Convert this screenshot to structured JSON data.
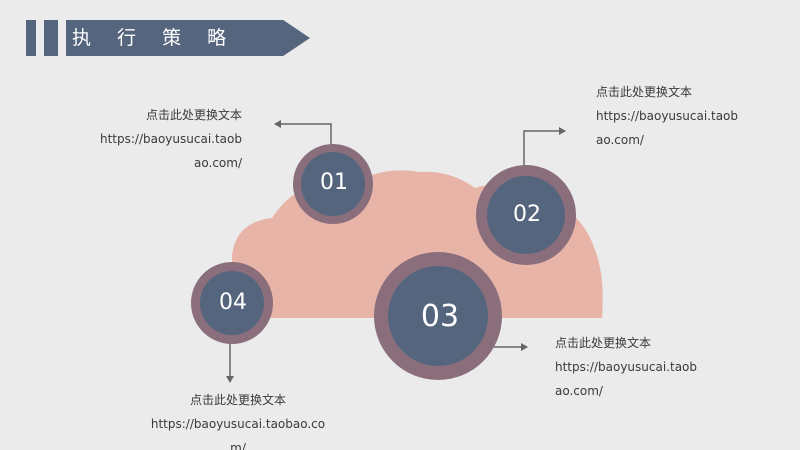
{
  "header": {
    "title": "执 行 策 略"
  },
  "nodes": [
    {
      "id": "01",
      "label": "01"
    },
    {
      "id": "02",
      "label": "02"
    },
    {
      "id": "03",
      "label": "03"
    },
    {
      "id": "04",
      "label": "04"
    }
  ],
  "callouts": {
    "c1": {
      "heading": "点击此处更换文本",
      "line1": "https://baoyusucai.taob",
      "line2": "ao.com/"
    },
    "c2": {
      "heading": "点击此处更换文本",
      "line1": "https://baoyusucai.taob",
      "line2": "ao.com/"
    },
    "c3": {
      "heading": "点击此处更换文本",
      "line1": "https://baoyusucai.taob",
      "line2": "ao.com/"
    },
    "c4": {
      "heading": "点击此处更换文本",
      "line1": "https://baoyusucai.taobao.co",
      "line2": "m/"
    }
  },
  "colors": {
    "background": "#ebebeb",
    "banner": "#55657e",
    "cloud": "#e8b4a8",
    "node_ring": "#8a6e7c",
    "node_fill": "#55657e",
    "connector": "#666666",
    "text": "#3a3a3a"
  }
}
